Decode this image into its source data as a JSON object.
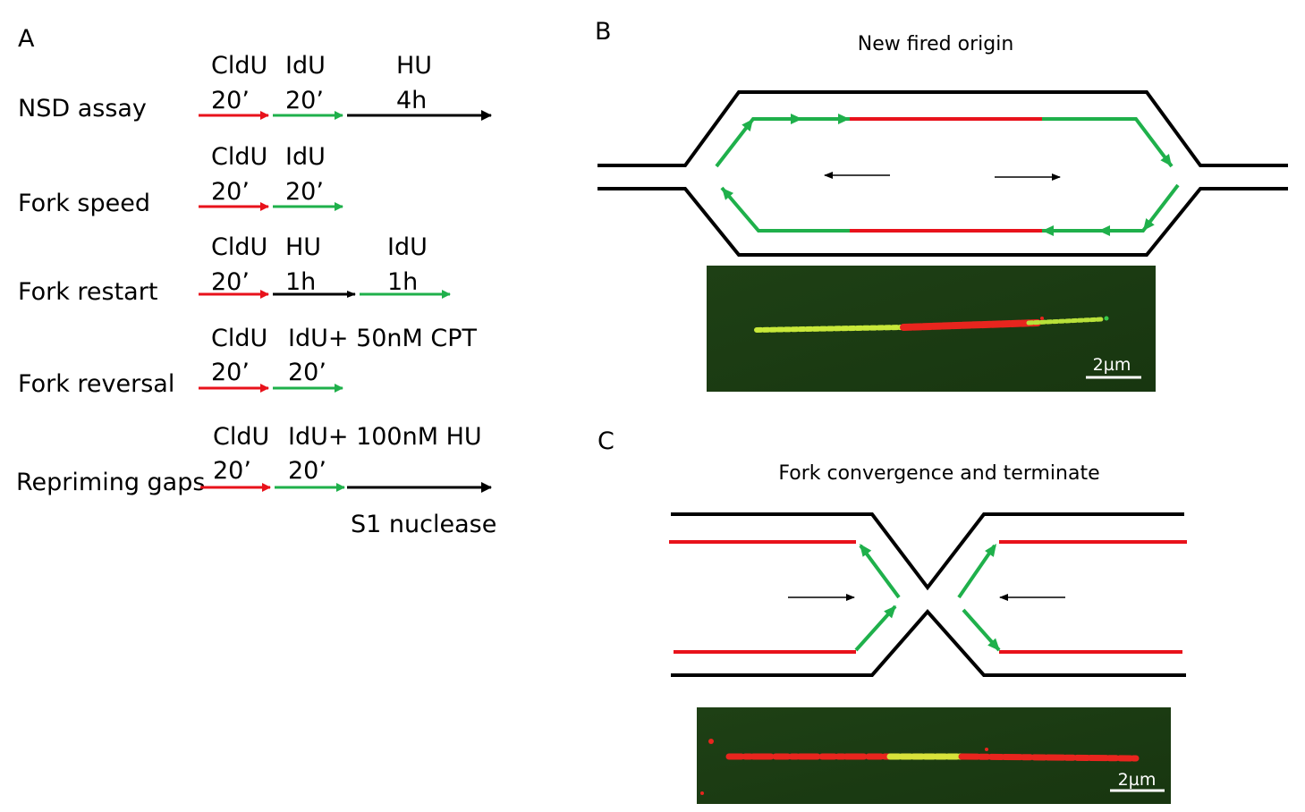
{
  "panel_a": {
    "letter": "A",
    "rows": [
      {
        "name": "NSD assay",
        "segments": [
          {
            "label": "CldU",
            "time": "20’",
            "color": "#e8121b"
          },
          {
            "label": "IdU",
            "time": "20’",
            "color": "#1fb04b"
          },
          {
            "label": "HU",
            "time": "4h",
            "color": "#000000"
          }
        ],
        "note": ""
      },
      {
        "name": "Fork speed",
        "segments": [
          {
            "label": "CldU",
            "time": "20’",
            "color": "#e8121b"
          },
          {
            "label": "IdU",
            "time": "20’",
            "color": "#1fb04b"
          }
        ],
        "note": ""
      },
      {
        "name": "Fork restart",
        "segments": [
          {
            "label": "CldU",
            "time": "20’",
            "color": "#e8121b"
          },
          {
            "label": "HU",
            "time": "1h",
            "color": "#000000"
          },
          {
            "label": "IdU",
            "time": "1h",
            "color": "#1fb04b"
          }
        ],
        "note": ""
      },
      {
        "name": "Fork reversal",
        "segments": [
          {
            "label": "CldU",
            "time": "20’",
            "color": "#e8121b"
          },
          {
            "label": "IdU+ 50nM CPT",
            "time": "20’",
            "color": "#1fb04b"
          }
        ],
        "note": ""
      },
      {
        "name": "Repriming gaps",
        "segments": [
          {
            "label": "CldU",
            "time": "20’",
            "color": "#e8121b"
          },
          {
            "label": "IdU+ 100nM HU",
            "time": "20’",
            "color": "#1fb04b"
          },
          {
            "label": "",
            "time": "",
            "color": "#000000"
          }
        ],
        "note": "S1 nuclease"
      }
    ]
  },
  "panel_b": {
    "letter": "B",
    "caption": "New fired origin",
    "scale_bar": "2µm"
  },
  "panel_c": {
    "letter": "C",
    "caption": "Fork convergence and terminate",
    "scale_bar": "2µm"
  },
  "colors": {
    "cldu": "#e8121b",
    "idu": "#1fb04b",
    "dna": "#000000",
    "fiber_bg": "#1b3d12"
  }
}
